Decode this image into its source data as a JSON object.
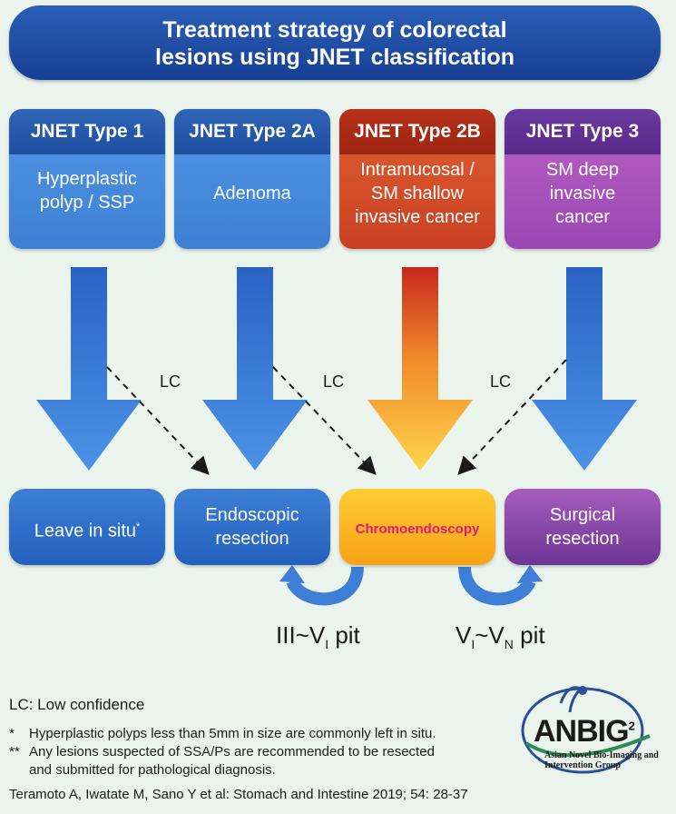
{
  "title": {
    "line1": "Treatment strategy of colorectal",
    "line2": "lesions using JNET classification"
  },
  "types": [
    {
      "header": "JNET Type 1",
      "body_lines": [
        "Hyperplastic",
        "polyp / SSP"
      ],
      "color": "#2f64b8"
    },
    {
      "header": "JNET Type 2A",
      "body_lines": [
        "Adenoma"
      ],
      "color": "#2f64b8"
    },
    {
      "header": "JNET Type 2B",
      "body_lines": [
        "Intramucosal /",
        "SM shallow",
        "invasive cancer"
      ],
      "color": "#b8311a"
    },
    {
      "header": "JNET Type 3",
      "body_lines": [
        "SM deep",
        "invasive",
        "cancer"
      ],
      "color": "#6b3a9f"
    }
  ],
  "lc_labels": [
    "LC",
    "LC",
    "LC"
  ],
  "outcomes": [
    {
      "lines": [
        "Leave in situ"
      ],
      "mark": "*",
      "color": "#2460bd"
    },
    {
      "lines": [
        "Endoscopic",
        "resection"
      ],
      "color": "#2460bd"
    },
    {
      "lines": [
        "Chromoendoscopy"
      ],
      "color": "#f7a315"
    },
    {
      "lines": [
        "Surgical",
        "resection"
      ],
      "color": "#6d3596"
    }
  ],
  "pits": {
    "left": {
      "main": "III~V",
      "sub1": "I",
      "tail": " pit"
    },
    "right": {
      "main1": "V",
      "sub1": "I",
      "mid": "~V",
      "sub2": "N",
      "tail": " pit"
    }
  },
  "legend": "LC: Low confidence",
  "notes": [
    {
      "mark": "*",
      "text": "Hyperplastic polyps less than 5mm in size are commonly left in situ."
    },
    {
      "mark": "**",
      "text": "Any lesions suspected of SSA/Ps are recommended to be resected"
    },
    {
      "mark": "",
      "text": "and submitted for pathological diagnosis."
    }
  ],
  "reference": "Teramoto A, Iwatate M, Sano Y et al: Stomach and Intestine 2019; 54: 28-37",
  "logo": {
    "name": "ANBIG",
    "superscript": "2",
    "subtitle_line1": "Asian Novel Bio-Imaging and",
    "subtitle_line2": "Intervention Group"
  }
}
